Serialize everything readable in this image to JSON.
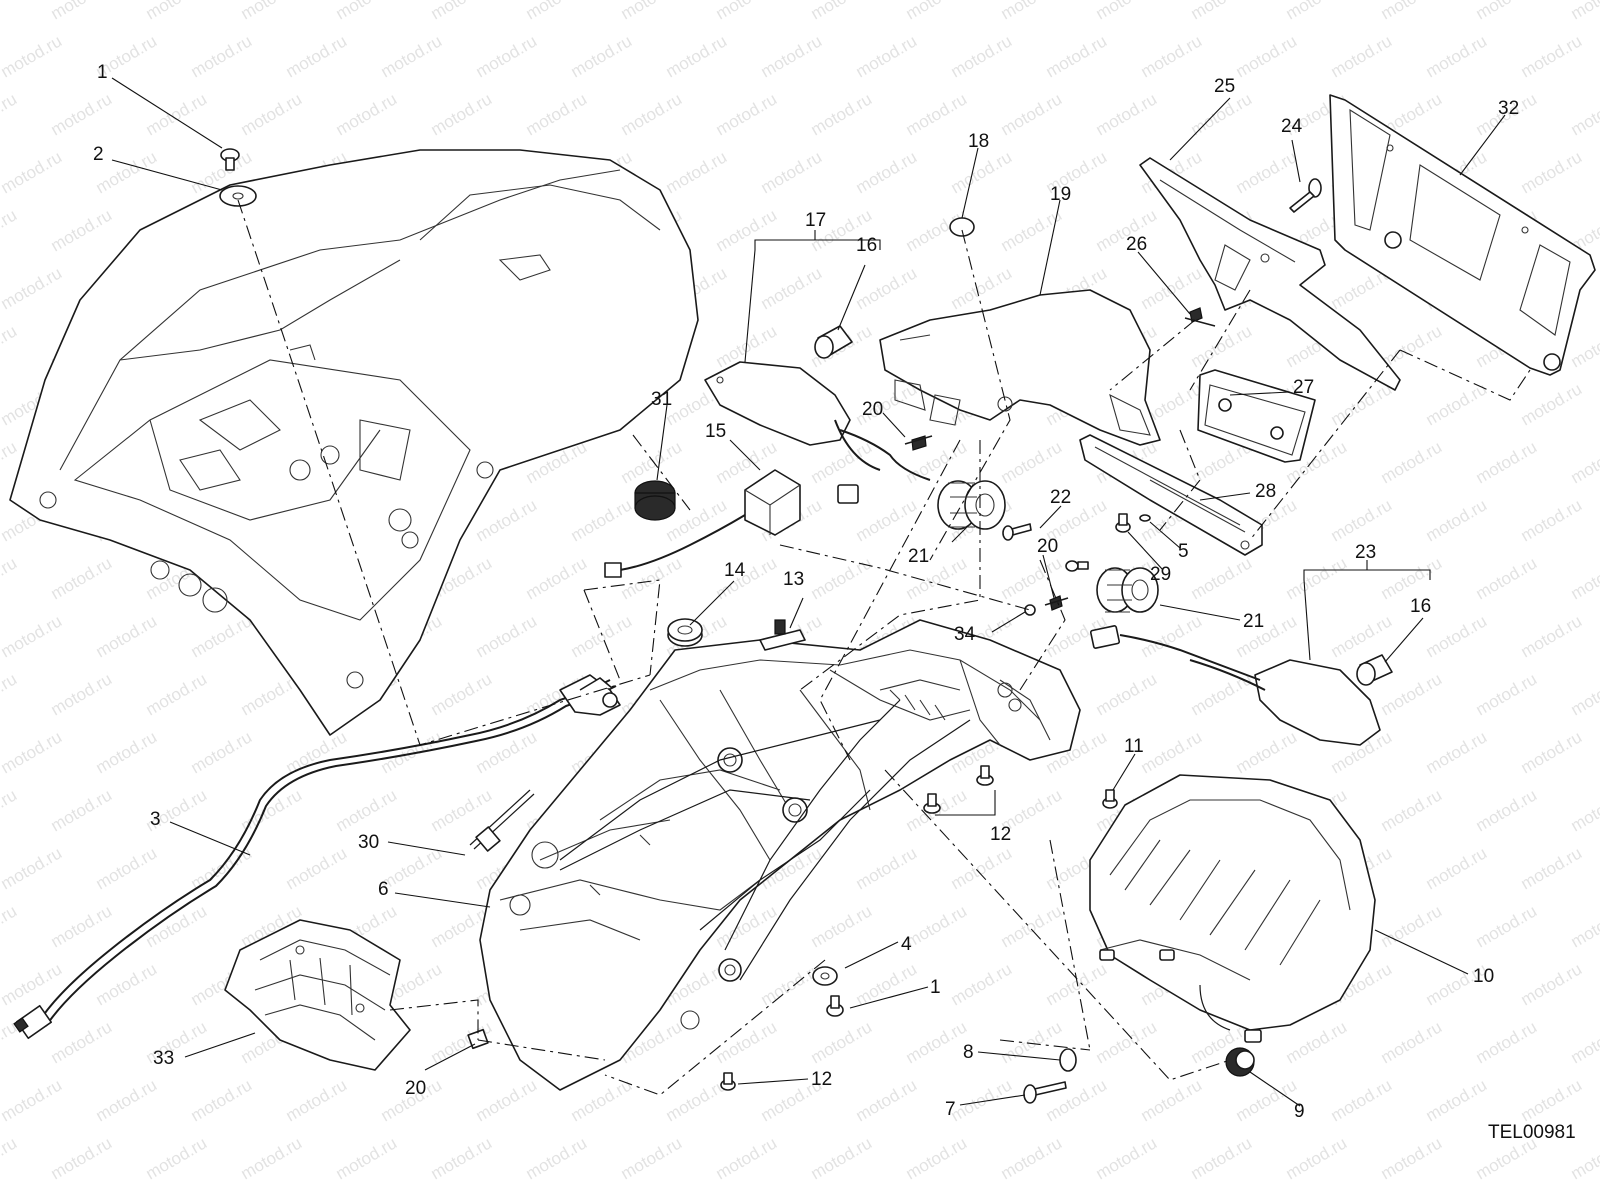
{
  "drawing_code": "TEL00981",
  "watermark": "motod.ru",
  "callouts": [
    {
      "id": "c1a",
      "label": "1"
    },
    {
      "id": "c2",
      "label": "2"
    },
    {
      "id": "c3",
      "label": "3"
    },
    {
      "id": "c6",
      "label": "6"
    },
    {
      "id": "c30",
      "label": "30"
    },
    {
      "id": "c33",
      "label": "33"
    },
    {
      "id": "c20a",
      "label": "20"
    },
    {
      "id": "c4",
      "label": "4"
    },
    {
      "id": "c1b",
      "label": "1"
    },
    {
      "id": "c12a",
      "label": "12"
    },
    {
      "id": "c8",
      "label": "8"
    },
    {
      "id": "c7",
      "label": "7"
    },
    {
      "id": "c9",
      "label": "9"
    },
    {
      "id": "c10",
      "label": "10"
    },
    {
      "id": "c11",
      "label": "11"
    },
    {
      "id": "c12b",
      "label": "12"
    },
    {
      "id": "c13",
      "label": "13"
    },
    {
      "id": "c14",
      "label": "14"
    },
    {
      "id": "c15",
      "label": "15"
    },
    {
      "id": "c31",
      "label": "31"
    },
    {
      "id": "c17",
      "label": "17"
    },
    {
      "id": "c16a",
      "label": "16"
    },
    {
      "id": "c20b",
      "label": "20"
    },
    {
      "id": "c18",
      "label": "18"
    },
    {
      "id": "c19",
      "label": "19"
    },
    {
      "id": "c21a",
      "label": "21"
    },
    {
      "id": "c22",
      "label": "22"
    },
    {
      "id": "c20c",
      "label": "20"
    },
    {
      "id": "c34",
      "label": "34"
    },
    {
      "id": "c26",
      "label": "26"
    },
    {
      "id": "c25",
      "label": "25"
    },
    {
      "id": "c24",
      "label": "24"
    },
    {
      "id": "c32",
      "label": "32"
    },
    {
      "id": "c27",
      "label": "27"
    },
    {
      "id": "c28",
      "label": "28"
    },
    {
      "id": "c5",
      "label": "5"
    },
    {
      "id": "c29",
      "label": "29"
    },
    {
      "id": "c23",
      "label": "23"
    },
    {
      "id": "c16b",
      "label": "16"
    },
    {
      "id": "c21b",
      "label": "21"
    }
  ]
}
